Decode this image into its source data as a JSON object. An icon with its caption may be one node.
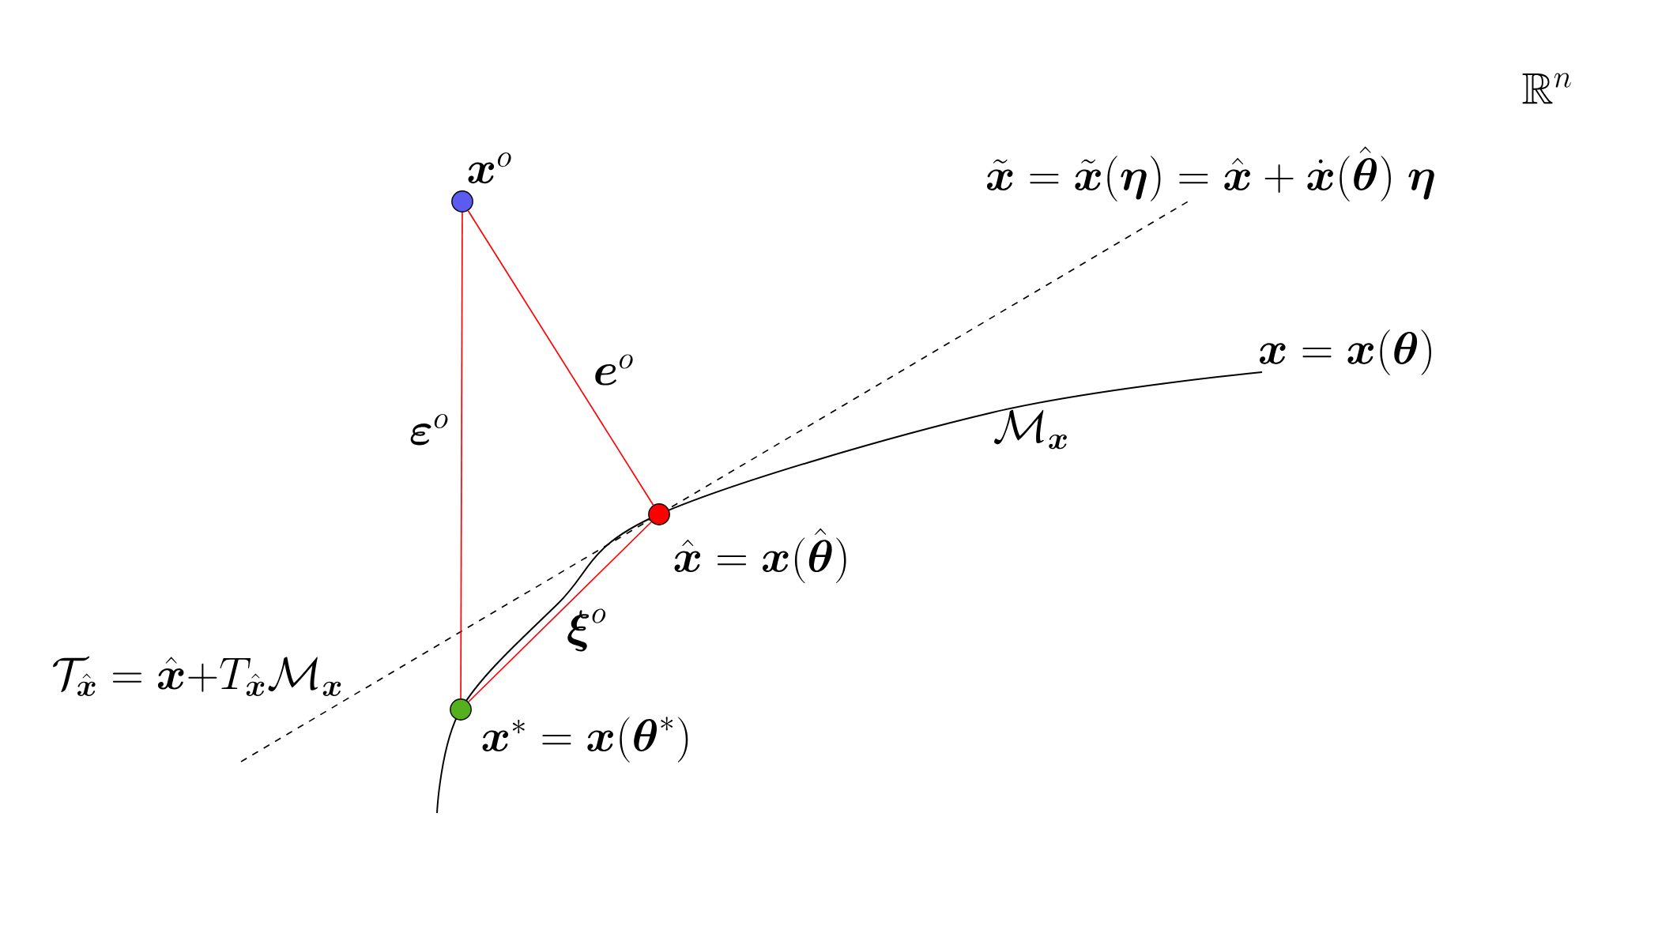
{
  "diagram": {
    "nodes": [
      {
        "text": [],
        "shape": "circle",
        "beside": [
          "\\boldsymbol{x}^o"
        ]
      },
      {
        "text": [],
        "shape": "circle",
        "beside": [
          "\\hat{\\boldsymbol{x}} = \\boldsymbol{x}(\\hat{\\boldsymbol{\\theta}})"
        ]
      },
      {
        "text": [],
        "shape": "circle",
        "beside": [
          "\\boldsymbol{x}^* = \\boldsymbol{x}(\\boldsymbol{\\theta}^*)"
        ]
      }
    ],
    "edges": [
      {
        "from": 0,
        "to": 1,
        "arrow": "none",
        "label": "\\boldsymbol{e}^o"
      },
      {
        "from": 0,
        "to": 2,
        "arrow": "none",
        "label": "\\boldsymbol{\\varepsilon}^o"
      },
      {
        "from": 1,
        "to": 2,
        "arrow": "none",
        "label": "\\boldsymbol{\\xi}^o"
      }
    ],
    "labels": [
      "\\mathbb{R}^n",
      "\\tilde{\\boldsymbol{x}} = \\tilde{\\boldsymbol{x}}(\\boldsymbol{\\eta}) = \\hat{\\boldsymbol{x}} + \\dot{\\boldsymbol{x}}(\\hat{\\boldsymbol{\\theta}})\\ \\boldsymbol{\\eta}",
      "\\boldsymbol{x} = \\boldsymbol{x}(\\boldsymbol{\\theta})",
      "\\mathcal{M}_{\\boldsymbol{x}}",
      "\\mathcal{T}_{\\hat{\\boldsymbol{x}}} = \\hat{\\boldsymbol{x}}{+}T_{\\hat{\\boldsymbol{x}}}\\mathcal{M}_{\\boldsymbol{x}}"
    ]
  }
}
